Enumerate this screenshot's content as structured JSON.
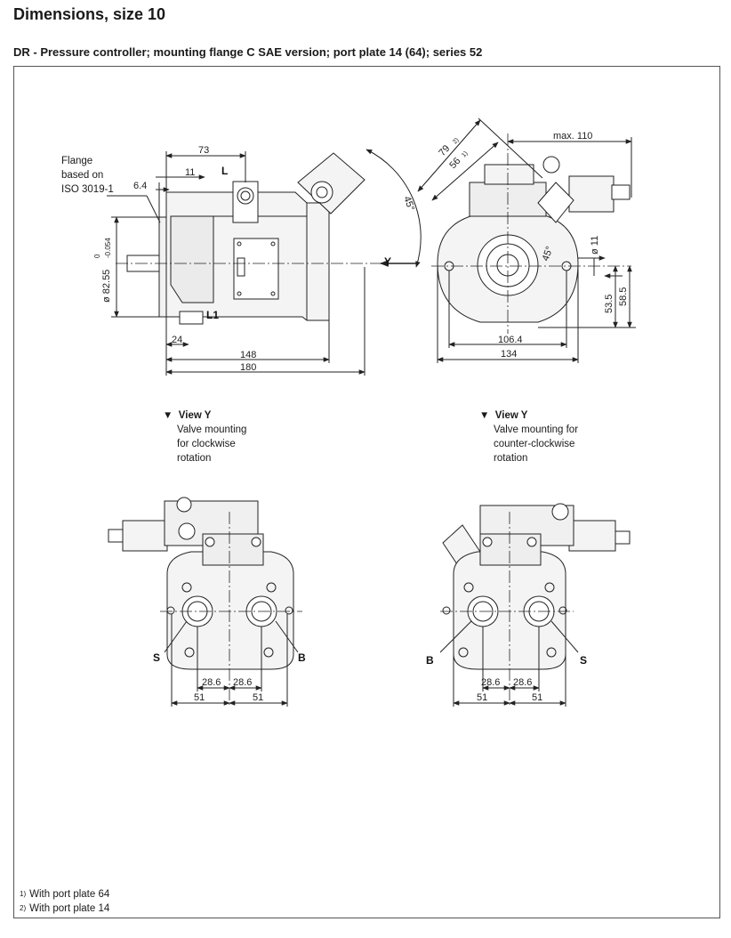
{
  "title": "Dimensions, size 10",
  "subtitle": "DR - Pressure controller; mounting flange C SAE version; port plate 14 (64); series 52",
  "flange_note": [
    "Flange",
    "based on",
    "ISO 3019-1"
  ],
  "side_view": {
    "dims": {
      "d73": "73",
      "d11": "11",
      "d64": "6.4",
      "d24": "24",
      "d148": "148",
      "d180": "180",
      "dia": "ø 82.55",
      "tol_top": "0",
      "tol_bot": "-0.054",
      "angle": "45°"
    },
    "ports": {
      "L": "L",
      "L1": "L1",
      "Y": "Y"
    }
  },
  "front_view": {
    "dims": {
      "d79": "79",
      "d79_note": "2)",
      "d56": "56",
      "d56_note": "1)",
      "max110": "max. 110",
      "d11": "ø 11",
      "angle": "45°",
      "d535": "53.5",
      "d585": "58.5",
      "d1064": "106.4",
      "d134": "134"
    }
  },
  "view_cw": {
    "heading": "View Y",
    "lines": [
      "Valve mounting",
      "for clockwise",
      "rotation"
    ],
    "ports": {
      "left": "S",
      "right": "B"
    },
    "dims": {
      "a": "28.6",
      "b": "28.6",
      "c": "51",
      "d": "51"
    }
  },
  "view_ccw": {
    "heading": "View Y",
    "lines": [
      "Valve mounting for",
      "counter-clockwise",
      "rotation"
    ],
    "ports": {
      "left": "B",
      "right": "S"
    },
    "dims": {
      "a": "28.6",
      "b": "28.6",
      "c": "51",
      "d": "51"
    }
  },
  "footnotes": [
    {
      "mark": "1)",
      "text": "With port plate 64"
    },
    {
      "mark": "2)",
      "text": "With port plate 14"
    }
  ]
}
